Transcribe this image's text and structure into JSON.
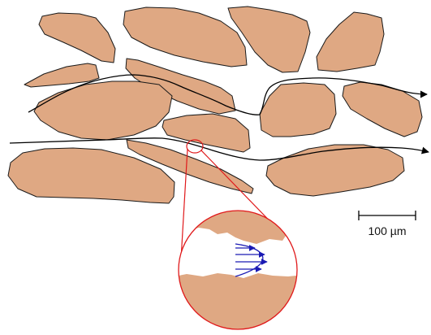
{
  "colors": {
    "grain_fill": "#DFA883",
    "grain_stroke": "#1a1a1a",
    "flow_path": "#000000",
    "zoom_outline": "#E0191B",
    "velocity_profile": "#1A1AB4",
    "background": "#FFFFFF"
  },
  "scale_bar": {
    "label": "100 µm"
  },
  "zoom_inset": {
    "icon": "magnifier-circle",
    "velocity_profile": "parabolic-flow-profile",
    "arrow_count": 4
  }
}
